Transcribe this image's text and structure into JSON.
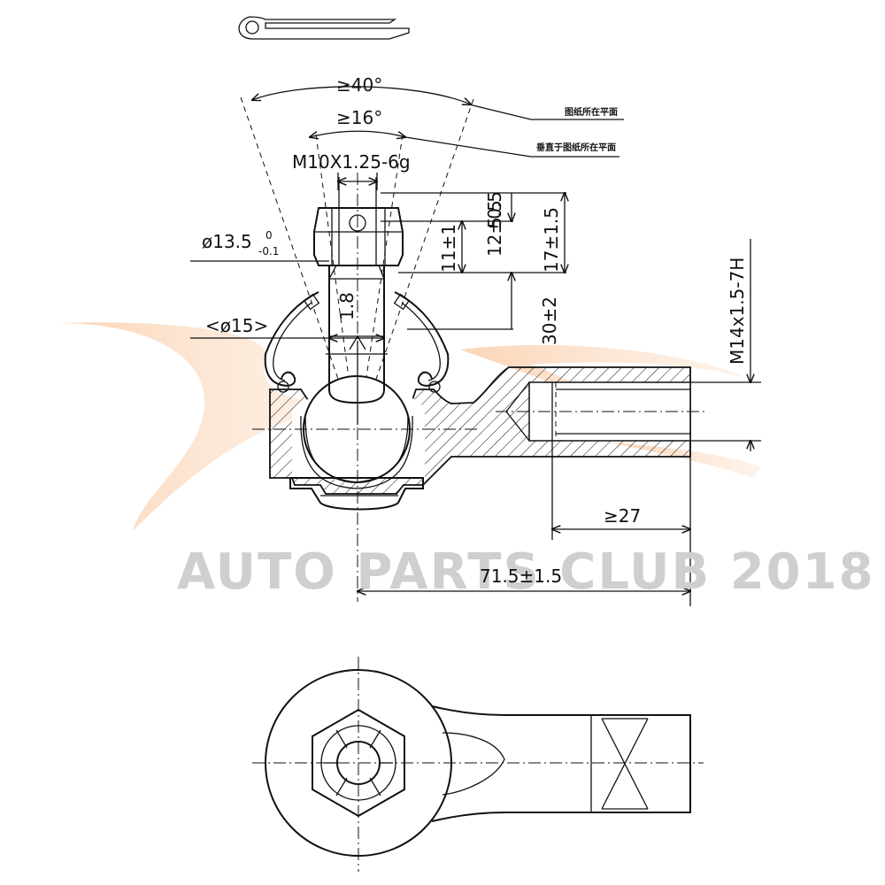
{
  "dimensions": {
    "angle_outer": "≥40°",
    "angle_inner": "≥16°",
    "thread_stud": "M10X1.25-6g",
    "dia_stud": "ø13.5",
    "dia_stud_tol_upper": "0",
    "dia_stud_tol_lower": "-0.1",
    "dia_boot": "<ø15>",
    "dim_1_8": "1.8",
    "dim_5_5": "5.5",
    "dim_11": "11±1",
    "dim_12": "12±0.5",
    "dim_17": "17±1.5",
    "dim_30": "30±2",
    "thread_bore": "M14x1.5-7H",
    "min_depth": "≥27",
    "length_overall": "71.5±1.5"
  },
  "notes": {
    "plane_of_drawing": "图纸所在平面",
    "perpendicular_plane": "垂直于图纸所在平面"
  },
  "watermark": {
    "text": "AUTO PARTS CLUB 2018",
    "logo_color": "#f5a25d"
  }
}
